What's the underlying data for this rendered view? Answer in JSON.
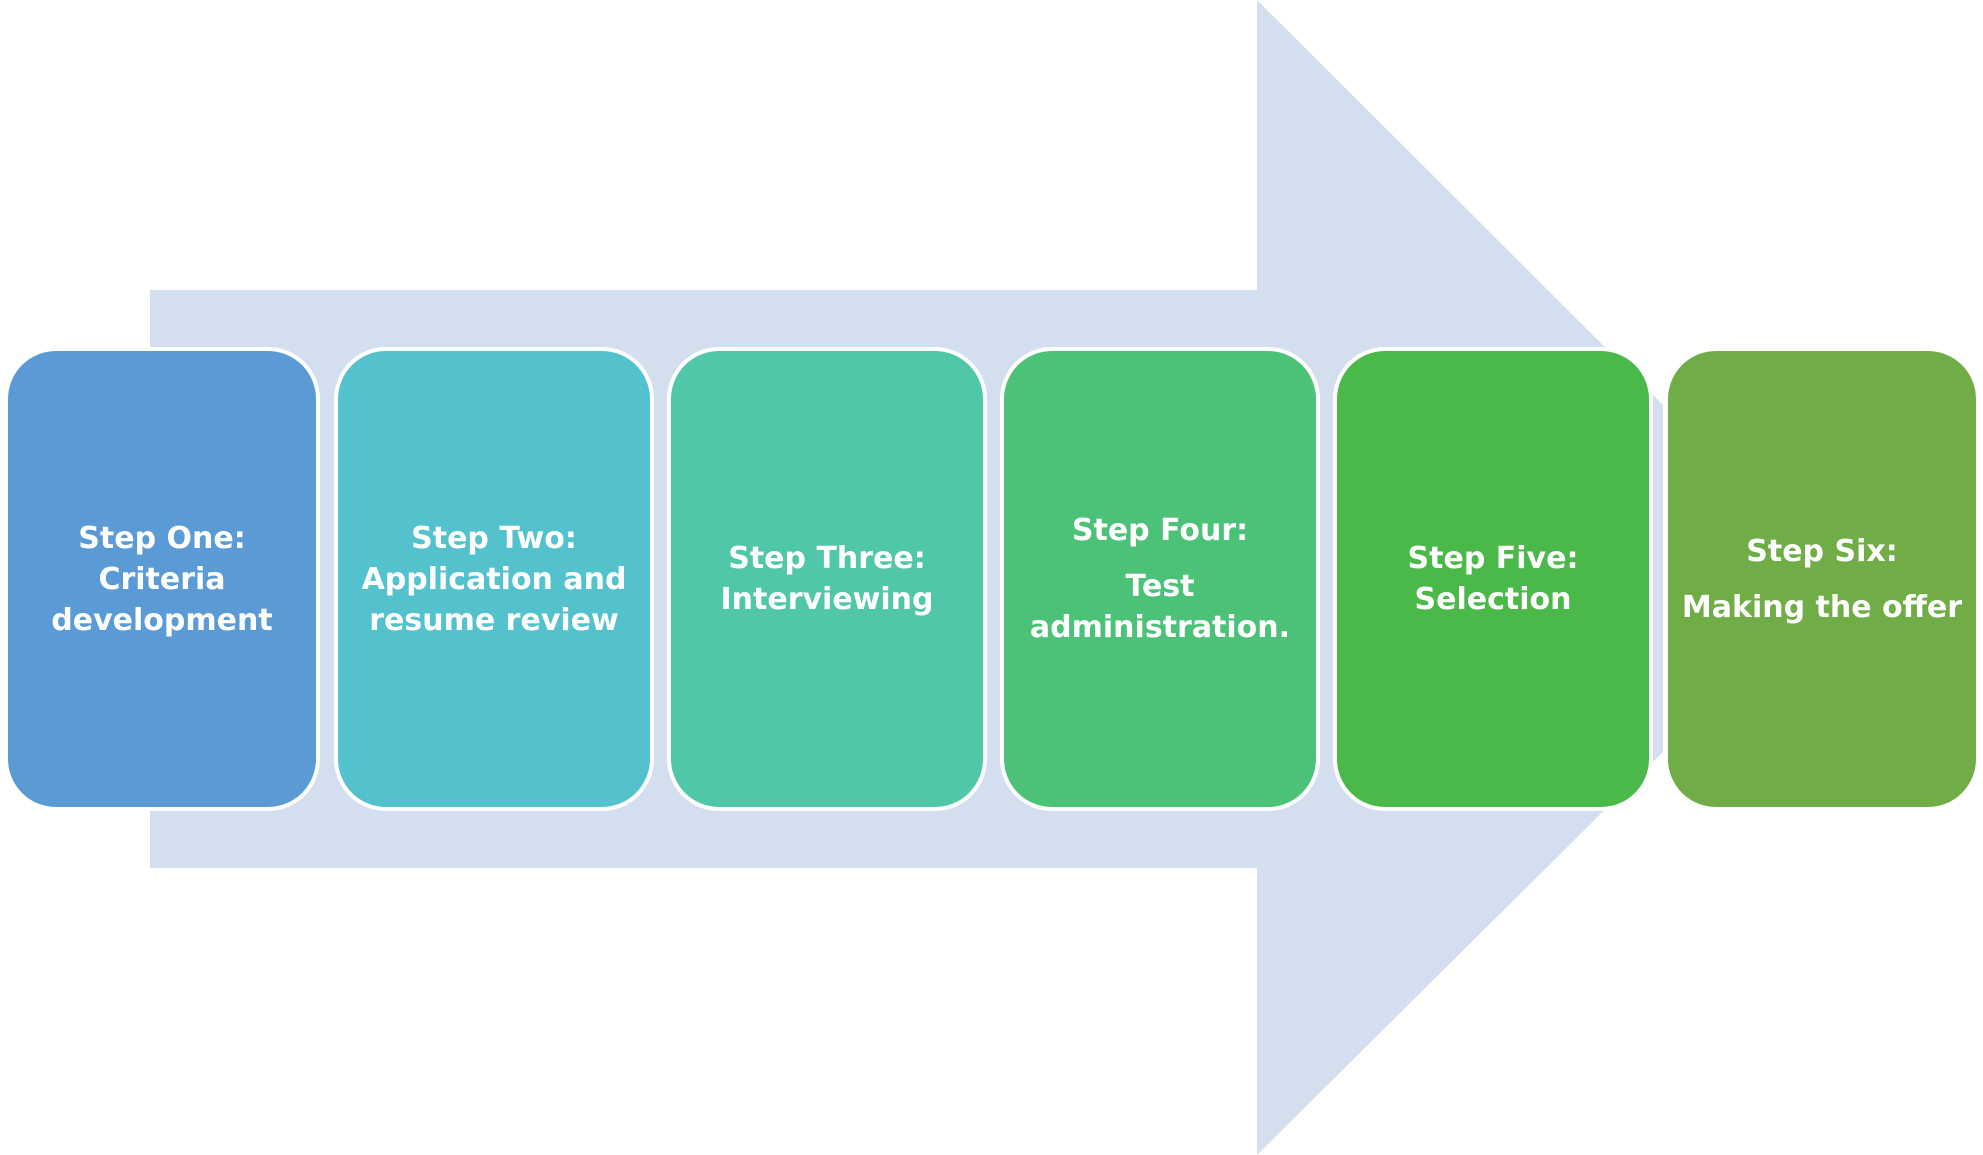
{
  "diagram": {
    "colors": {
      "arrow": "#d3deef",
      "text": "#ffffff",
      "border": "#ffffff"
    },
    "steps": [
      {
        "title": "Step One:",
        "lines": [
          "Criteria",
          "development"
        ],
        "color": "#5b9bd5"
      },
      {
        "title": "Step Two:",
        "lines": [
          "Application and",
          "resume review"
        ],
        "color": "#54c2cd"
      },
      {
        "title": "Step Three:",
        "lines": [
          "Interviewing"
        ],
        "color": "#50c7a8"
      },
      {
        "title": "Step Four:",
        "lines": [
          "Test",
          "administration."
        ],
        "color": "#4cc278"
      },
      {
        "title": "Step Five:",
        "lines": [
          "Selection"
        ],
        "color": "#4bb84a"
      },
      {
        "title": "Step Six:",
        "lines": [
          "Making the offer"
        ],
        "color": "#70ad47"
      }
    ]
  }
}
